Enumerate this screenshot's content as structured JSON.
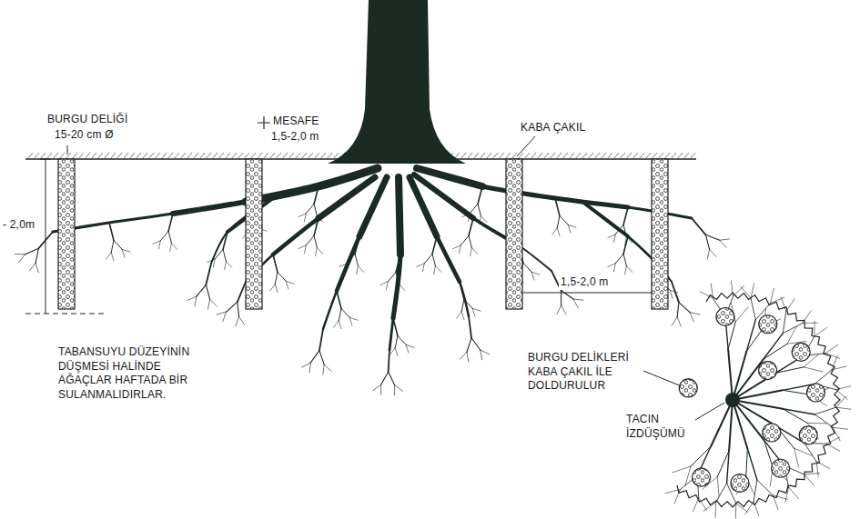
{
  "diagram": {
    "labels": [
      "BURGU DELİĞİ",
      "15-20 cm Ø",
      "MESAFE",
      "1,5-2,0 m",
      "KABA ÇAKIL",
      "- 2,0m",
      "1,5-2,0 m",
      "TABANSUYU DÜZEYİNİN DÜŞMESİ HALİNDE AĞAÇLAR HAFTADA BİR SULANMALIDIRLAR.",
      "BURGU DELİKLERİ KABA ÇAKIL İLE DOLDURULUR",
      "TACIN İZDÜŞÜMÜ"
    ]
  }
}
